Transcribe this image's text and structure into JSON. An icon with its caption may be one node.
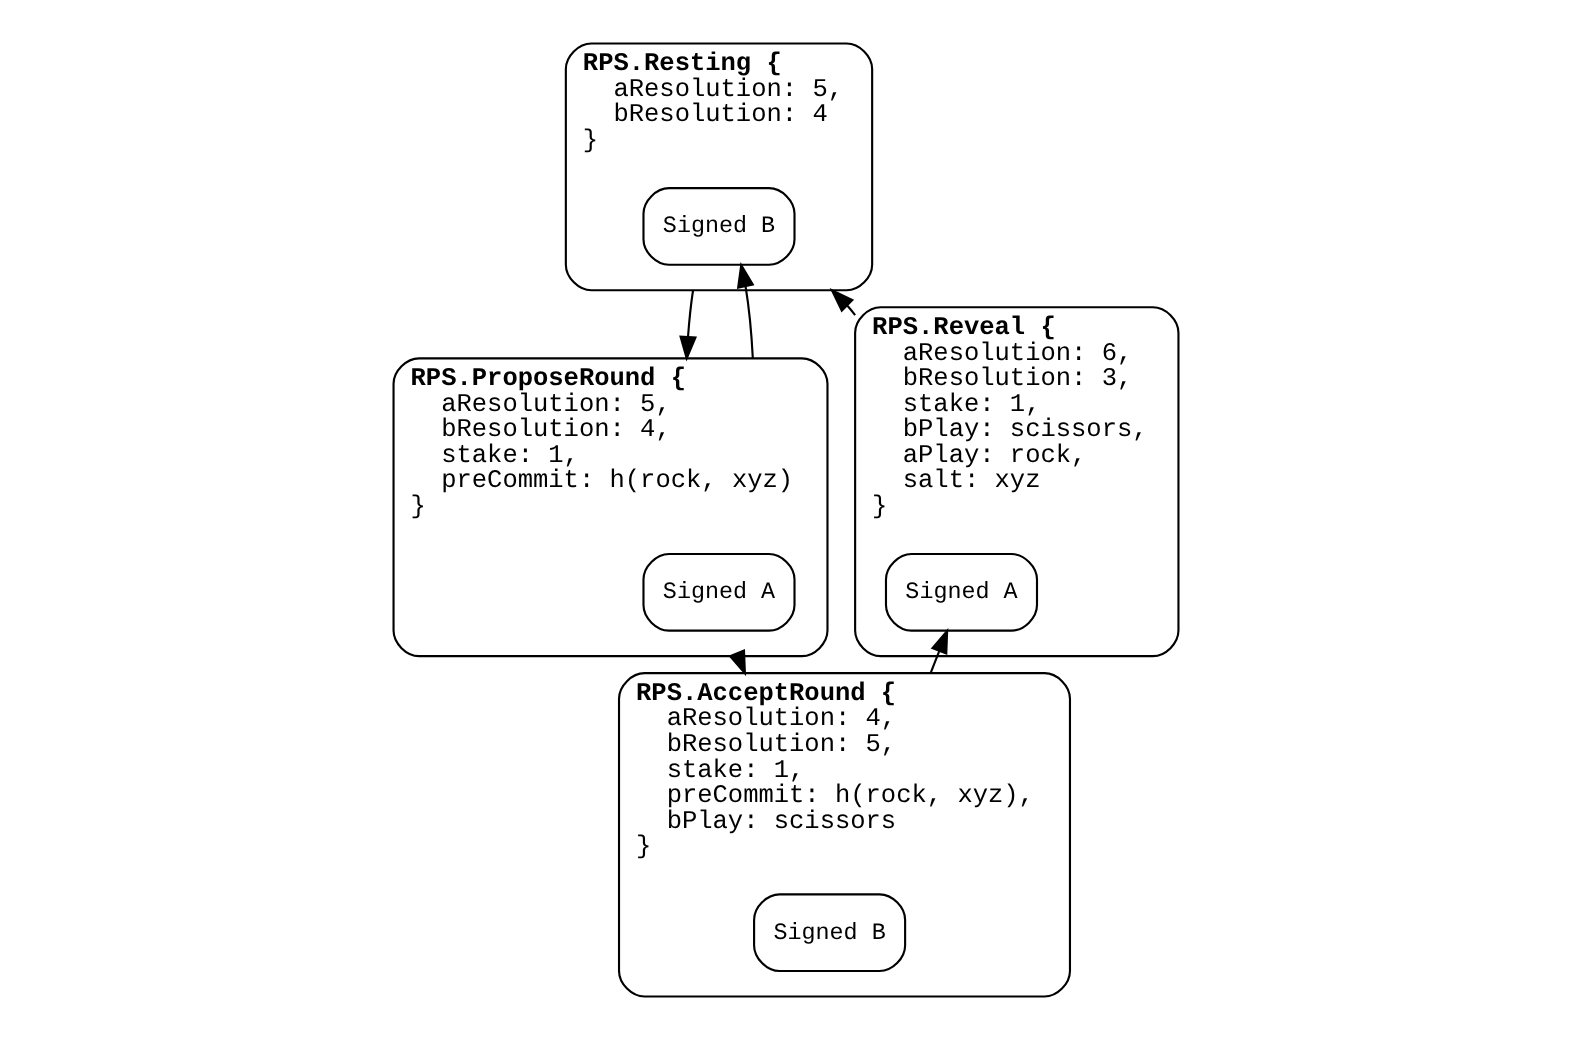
{
  "diagram": {
    "nodes": [
      {
        "text": [
          "RPS.Resting {",
          "aResolution: 5,",
          "bResolution: 4",
          "}"
        ]
      },
      {
        "text": [
          "Signed B"
        ],
        "in": 0
      },
      {
        "text": [
          "RPS.ProposeRound {",
          "aResolution: 5,",
          "bResolution: 4,",
          "stake: 1,",
          "preCommit: h(rock, xyz)",
          "}"
        ]
      },
      {
        "text": [
          "Signed A"
        ],
        "in": 2
      },
      {
        "text": [
          "RPS.AcceptRound {",
          "aResolution: 4,",
          "bResolution: 5,",
          "stake: 1,",
          "preCommit: h(rock, xyz),",
          "bPlay: scissors",
          "}"
        ]
      },
      {
        "text": [
          "Signed B"
        ],
        "in": 4
      },
      {
        "text": [
          "RPS.Reveal {",
          "aResolution: 6,",
          "bResolution: 3,",
          "stake: 1,",
          "bPlay: scissors,",
          "aPlay: rock,",
          "salt: xyz",
          "}"
        ]
      },
      {
        "text": [
          "Signed A"
        ],
        "in": 6
      }
    ],
    "edges": [
      {
        "from": 0,
        "to": 2,
        "arrow": "to"
      },
      {
        "from": 2,
        "to": 1,
        "arrow": "to"
      },
      {
        "from": 2,
        "to": 4,
        "arrow": "to"
      },
      {
        "from": 4,
        "to": 7,
        "arrow": "to"
      },
      {
        "from": 6,
        "to": 0,
        "arrow": "to"
      }
    ]
  }
}
